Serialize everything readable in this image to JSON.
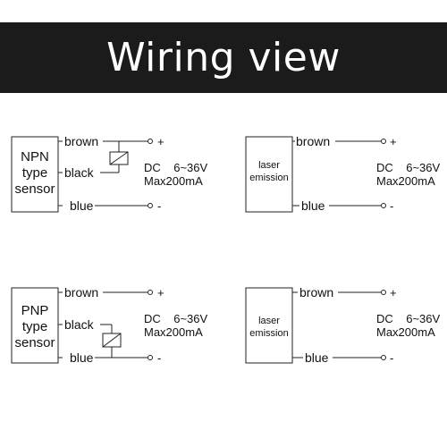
{
  "header": {
    "title": "Wiring view"
  },
  "panels": {
    "npn": {
      "sensor_lines": [
        "NPN",
        "type",
        "sensor"
      ],
      "wires": {
        "brown": "brown",
        "black": "black",
        "blue": "blue"
      },
      "terminals": {
        "plus": "+",
        "minus": "-"
      },
      "spec": {
        "voltage": "DC    6~36V",
        "current": "Max200mA"
      }
    },
    "laser_top": {
      "device_lines": [
        "laser",
        "emission"
      ],
      "wires": {
        "brown": "brown",
        "blue": "blue"
      },
      "terminals": {
        "plus": "+",
        "minus": "-"
      },
      "spec": {
        "voltage": "DC    6~36V",
        "current": "Max200mA"
      }
    },
    "pnp": {
      "sensor_lines": [
        "PNP",
        "type",
        "sensor"
      ],
      "wires": {
        "brown": "brown",
        "black": "black",
        "blue": "blue"
      },
      "terminals": {
        "plus": "+",
        "minus": "-"
      },
      "spec": {
        "voltage": "DC    6~36V",
        "current": "Max200mA"
      }
    },
    "laser_bottom": {
      "device_lines": [
        "laser",
        "emission"
      ],
      "wires": {
        "brown": "brown",
        "blue": "blue"
      },
      "terminals": {
        "plus": "+",
        "minus": "-"
      },
      "spec": {
        "voltage": "DC    6~36V",
        "current": "Max200mA"
      }
    }
  }
}
